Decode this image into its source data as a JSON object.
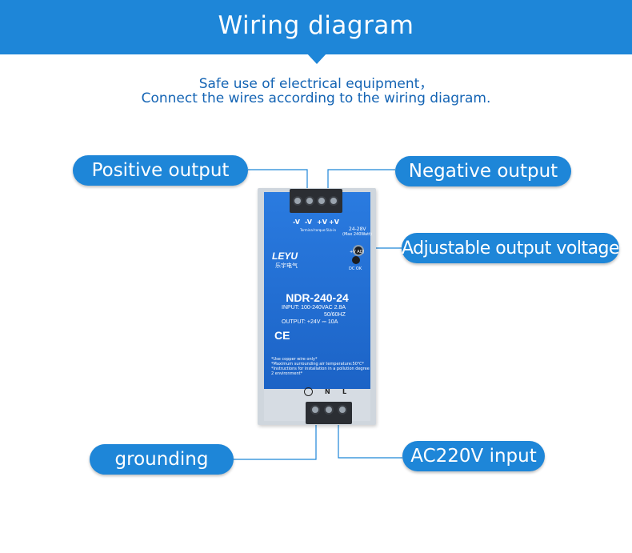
{
  "header": {
    "title": "Wiring diagram"
  },
  "subtitle": {
    "line1": "Safe use of electrical equipment，",
    "line2": "Connect the wires according to the wiring diagram."
  },
  "labels": {
    "positive_output": "Positive output",
    "negative_output": "Negative output",
    "adjustable_output_voltage": "Adjustable output voltage",
    "grounding": "grounding",
    "ac_input": "AC220V input"
  },
  "device": {
    "brand": "LEYU",
    "brand_cn": "乐宇电气",
    "model": "NDR-240-24",
    "input_spec": "INPUT: 100-240VAC  2.8A",
    "freq_spec": "50/60HZ",
    "output_spec": "OUTPUT:  +24V ⎓ 10A",
    "top_terminals": [
      "-V",
      "-V",
      "+V",
      "+V"
    ],
    "terminal_note": "Terminal torque:5Lb-in",
    "adj_range": "24-28V",
    "adj_max": "(Max 240Watt)",
    "vadj": "+V ADJ",
    "dc_ok": "DC OK",
    "ce_mark": "CE",
    "notes": [
      "*Use copper wire only*",
      "*Maximum surrounding air temperature:50℃*",
      "*Instructions for installation in a pollution degree",
      "2 environment*"
    ],
    "bottom_terminals": [
      "N",
      "L"
    ]
  },
  "colors": {
    "accent": "#1e86d8",
    "subtitle_text": "#1464b4"
  }
}
